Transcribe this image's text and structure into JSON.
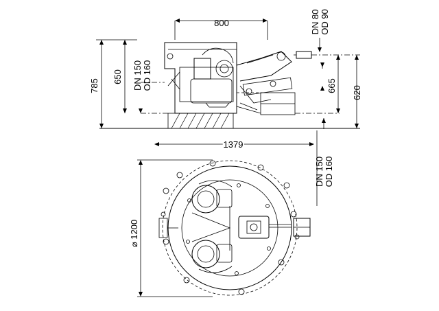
{
  "dimensions": {
    "top_width": "800",
    "total_height": "785",
    "body_height": "650",
    "inlet_upper_height": "665",
    "inlet_lower_height": "620",
    "overall_width": "1379",
    "diameter": "⌀ 1200"
  },
  "labels": {
    "vent_dn": "DN 80",
    "vent_od": "OD 90",
    "inlet_left_dn": "DN 150",
    "inlet_left_od": "OD 160",
    "inlet_right_dn": "DN 150",
    "inlet_right_od": "OD 160"
  },
  "icons": [
    "arrow-head-icon",
    "bolt-icon"
  ]
}
